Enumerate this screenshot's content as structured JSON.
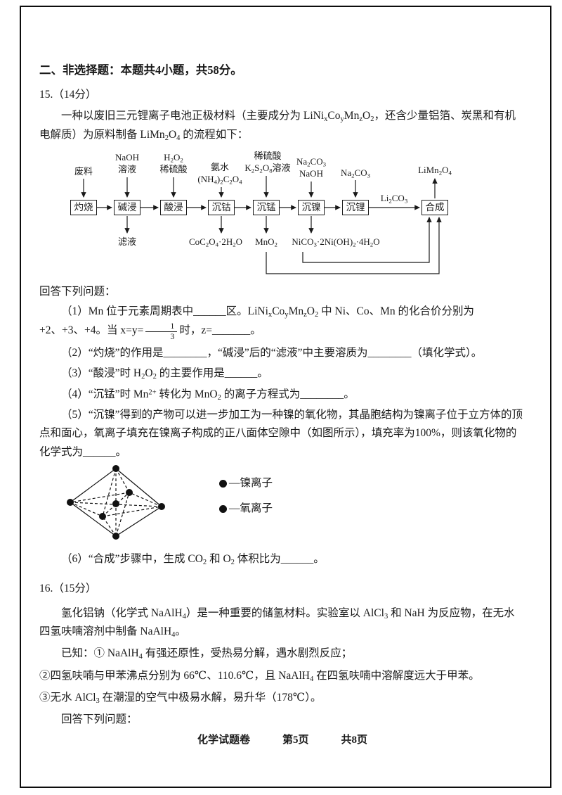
{
  "page": {
    "section_header": "二、非选择题：本题共4小题，共58分。",
    "footer": {
      "doc_title": "化学试题卷",
      "page_num": "第5页",
      "total_pages": "共8页"
    }
  },
  "q15": {
    "number": "15.（14分）",
    "intro_html": "一种以废旧三元锂离子电池正极材料（主要成分为 LiNi<sub>x</sub>Co<sub>y</sub>Mn<sub>z</sub>O<sub>2</sub>，还含少量铝箔、炭黑和有机电解质）为原料制备 LiMn<sub>2</sub>O<sub>4</sub> 的流程如下：",
    "answer_prompt": "回答下列问题：",
    "flowchart": {
      "feed": "废料",
      "product_html": "LiMn<sub>2</sub>O<sub>4</sub>",
      "boxes": [
        "灼烧",
        "碱浸",
        "酸浸",
        "沉钴",
        "沉锰",
        "沉镍",
        "沉锂",
        "合成"
      ],
      "inputs": [
        {
          "text_html": "NaOH<br>溶液"
        },
        {
          "text_html": "H<sub>2</sub>O<sub>2</sub><br>稀硫酸"
        },
        {
          "text_html": "氨水<br>(NH<sub>4</sub>)<sub>2</sub>C<sub>2</sub>O<sub>4</sub>"
        },
        {
          "text_html": "稀硫酸<br>K<sub>2</sub>S<sub>2</sub>O<sub>8</sub>溶液"
        },
        {
          "text_html": "Na<sub>2</sub>CO<sub>3</sub><br>NaOH"
        },
        {
          "text_html": "Na<sub>2</sub>CO<sub>3</sub>"
        }
      ],
      "outputs": [
        {
          "text_html": "滤液"
        },
        {
          "text_html": "CoC<sub>2</sub>O<sub>4</sub>·2H<sub>2</sub>O"
        },
        {
          "text_html": "MnO<sub>2</sub>"
        },
        {
          "text_html": "NiCO<sub>3</sub>·2Ni(OH)<sub>2</sub>·4H<sub>2</sub>O"
        }
      ],
      "chain_label_html": "Li<sub>2</sub>CO<sub>3</sub>"
    },
    "items": [
      {
        "text1_html": "（1）Mn 位于元素周期表中______区。LiNi<sub>x</sub>Co<sub>y</sub>Mn<sub>z</sub>O<sub>2</sub> 中 Ni、Co、Mn 的化合价分别为 +2、+3、+4。当 x=y=",
        "frac_num": "1",
        "frac_den": "3",
        "text2_html": "时，z=_______。"
      },
      {
        "text_html": "（2）“灼烧”的作用是________，“碱浸”后的“滤液”中主要溶质为________（填化学式）。"
      },
      {
        "text_html": "（3）“酸浸”时 H<sub>2</sub>O<sub>2</sub> 的主要作用是______。"
      },
      {
        "text_html": "（4）“沉锰”时 Mn<sup>2+</sup> 转化为 MnO<sub>2</sub> 的离子方程式为________。"
      },
      {
        "text_html": "（5）“沉镍”得到的产物可以进一步加工为一种镍的氧化物，其晶胞结构为镍离子位于立方体的顶点和面心，氧离子填充在镍离子构成的正八面体空隙中（如图所示），填充率为100%，则该氧化物的化学式为______。"
      },
      {
        "text_html": "（6）“合成”步骤中，生成 CO<sub>2</sub> 和 O<sub>2</sub> 体积比为______。"
      }
    ],
    "legend": [
      "—镍离子",
      "—氧离子"
    ]
  },
  "q16": {
    "number": "16.（15分）",
    "intro_html": "氢化铝钠（化学式 NaAlH<sub>4</sub>）是一种重要的储氢材料。实验室以 AlCl<sub>3</sub> 和 NaH 为反应物，在无水四氢呋喃溶剂中制备 NaAlH<sub>4</sub>。",
    "known": [
      "已知：① NaAlH<sub>4</sub> 有强还原性，受热易分解，遇水剧烈反应；",
      "②四氢呋喃与甲苯沸点分别为 66℃、110.6℃，且 NaAlH<sub>4</sub> 在四氢呋喃中溶解度远大于甲苯。",
      "③无水 AlCl<sub>3</sub> 在潮湿的空气中极易水解，易升华（178℃）。"
    ],
    "answer_prompt": "回答下列问题："
  }
}
